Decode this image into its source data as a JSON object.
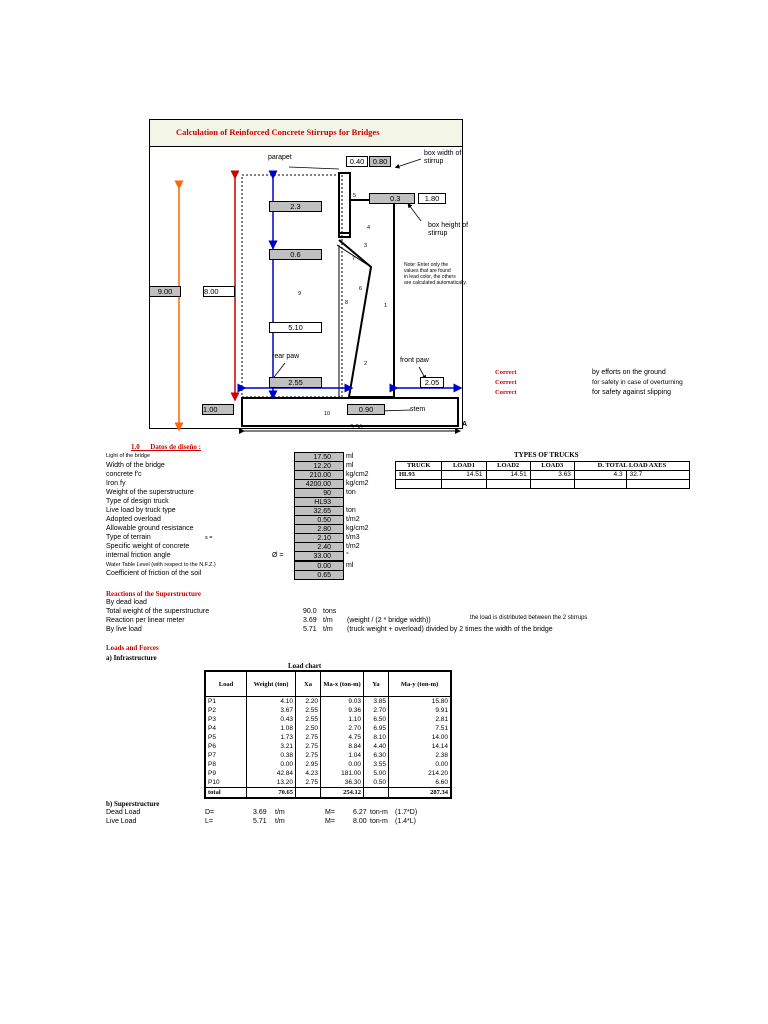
{
  "title": "Calculation of Reinforced Concrete Stirrups for Bridges",
  "drawing": {
    "labels": {
      "parapet": "parapet",
      "box_width": "box width of\nstirrup",
      "box_height": "box height of\nstirrup",
      "rear_paw": "rear paw",
      "front_paw": "front paw",
      "stem": "stem",
      "point_a": "A",
      "note": "Note: Enter only the\nvalues that are found\nin lead color, the others\nare calculated automatically."
    },
    "boxes": {
      "top_w1": "0.40",
      "top_w2": "0.80",
      "seat_w1": "0.3",
      "seat_w2": "1.80",
      "h_upper": "2.3",
      "h_mid": "0.6",
      "height_total": "9.00",
      "height_stem": "8.00",
      "h_lower": "5.10",
      "rear_paw": "2.55",
      "front_paw": "2.05",
      "footing": "1.00",
      "stem_base": "0.90",
      "base_width": "5.50"
    },
    "section_numbers": [
      "5",
      "4",
      "3",
      "7",
      "6",
      "9",
      "8",
      "1",
      "2",
      "10"
    ]
  },
  "status": [
    {
      "result": "Correct",
      "text": "by efforts on the ground"
    },
    {
      "result": "Correct",
      "text": "for safety in case of overturning"
    },
    {
      "result": "Correct",
      "text": "for safety against slipping"
    }
  ],
  "design_data": {
    "heading": "1.0      Datos de diseño :",
    "rows": [
      {
        "label": "Light of the bridge",
        "value": "17.50",
        "unit": "ml"
      },
      {
        "label": "Width of the bridge",
        "value": "12.20",
        "unit": "ml"
      },
      {
        "label": "concrete f'c",
        "value": "210.00",
        "unit": "kg/cm2"
      },
      {
        "label": "Iron fy",
        "value": "4200.00",
        "unit": "kg/cm2"
      },
      {
        "label": "Weight of the superstructure",
        "value": "90",
        "unit": "ton"
      },
      {
        "label": "Type of design truck",
        "value": "HL93",
        "unit": ""
      },
      {
        "label": "Live load by truck type",
        "value": "32.65",
        "unit": "ton"
      },
      {
        "label": "Adopted overload",
        "value": "0.50",
        "unit": "t/m2"
      },
      {
        "label": "Allowable ground resistance",
        "value": "2.80",
        "unit": "kg/cm2"
      },
      {
        "label": "Type of terrain",
        "value": "2.10",
        "unit": "t/m3"
      },
      {
        "label": "Specific weight of concrete",
        "value": "2.40",
        "unit": "t/m2"
      },
      {
        "label": "internal friction angle",
        "value": "33.00",
        "unit": "°"
      },
      {
        "label": "Water Table Level (with respect to the N.F.Z.)",
        "value": "0.00",
        "unit": "ml"
      },
      {
        "label": "Coefficient of friction of the soil",
        "value": "0.65",
        "unit": ""
      }
    ],
    "terrain_symbol": "s  =",
    "phi_symbol": "Ø  ="
  },
  "trucks": {
    "title": "TYPES OF TRUCKS",
    "headers": [
      "TRUCK",
      "LOAD1",
      "LOAD2",
      "LOAD3",
      "D. TOTAL LOAD AXES"
    ],
    "rows": [
      [
        "HL93",
        "14.51",
        "14.51",
        "3.63",
        "4.3",
        "32.7"
      ],
      [
        "",
        "",
        "",
        "",
        "",
        ""
      ]
    ]
  },
  "reactions": {
    "heading": "Reactions of the Superstructure",
    "by_dead_load": "By dead load",
    "rows": [
      {
        "label": "Total weight of the superstructure",
        "value": "90.0",
        "unit": "tons",
        "note": ""
      },
      {
        "label": "Reaction per linear meter",
        "value": "3.69",
        "unit": "t/m",
        "note": "(weight / (2 * bridge width))"
      },
      {
        "label": "By live load",
        "value": "5.71",
        "unit": "t/m",
        "note": "(truck weight + overload) divided by 2 times the width of the bridge"
      }
    ],
    "distribution_note": "the load is distributed between the 2 stirrups"
  },
  "loads": {
    "heading": "Loads and Forces",
    "sub_a": "a) Infrastructure",
    "chart_title": "Load chart",
    "headers": [
      "Load",
      "Weight (ton)",
      "Xa",
      "Ma-x   (ton-m)",
      "Ya",
      "Ma-y (ton-m)"
    ],
    "rows": [
      [
        "P1",
        "4.10",
        "2.20",
        "9.03",
        "3.85",
        "15.80"
      ],
      [
        "P2",
        "3.67",
        "2.55",
        "9.36",
        "2.70",
        "9.91"
      ],
      [
        "P3",
        "0.43",
        "2.55",
        "1.10",
        "6.50",
        "2.81"
      ],
      [
        "P4",
        "1.08",
        "2.50",
        "2.70",
        "6.95",
        "7.51"
      ],
      [
        "P5",
        "1.73",
        "2.75",
        "4.75",
        "8.10",
        "14.00"
      ],
      [
        "P6",
        "3.21",
        "2.75",
        "8.84",
        "4.40",
        "14.14"
      ],
      [
        "P7",
        "0.38",
        "2.75",
        "1.04",
        "6.30",
        "2.38"
      ],
      [
        "P8",
        "0.00",
        "2.95",
        "0.00",
        "3.55",
        "0.00"
      ],
      [
        "P9",
        "42.84",
        "4.23",
        "181.00",
        "5.00",
        "214.20"
      ],
      [
        "P10",
        "13.20",
        "2.75",
        "36.30",
        "0.50",
        "6.60"
      ]
    ],
    "total": [
      "total",
      "70.65",
      "",
      "254.12",
      "",
      "287.34"
    ]
  },
  "superstructure": {
    "heading": "b) Superstructure",
    "rows": [
      {
        "label": "Dead Load",
        "sym": "D=",
        "value": "3.69",
        "unit": "t/m",
        "msym": "M=",
        "mval": "6.27",
        "munit": "ton-m",
        "factor": "(1.7*D)"
      },
      {
        "label": "Live Load",
        "sym": "L=",
        "value": "5.71",
        "unit": "t/m",
        "msym": "M=",
        "mval": "8.00",
        "munit": "ton-m",
        "factor": "(1.4*L)"
      }
    ]
  }
}
